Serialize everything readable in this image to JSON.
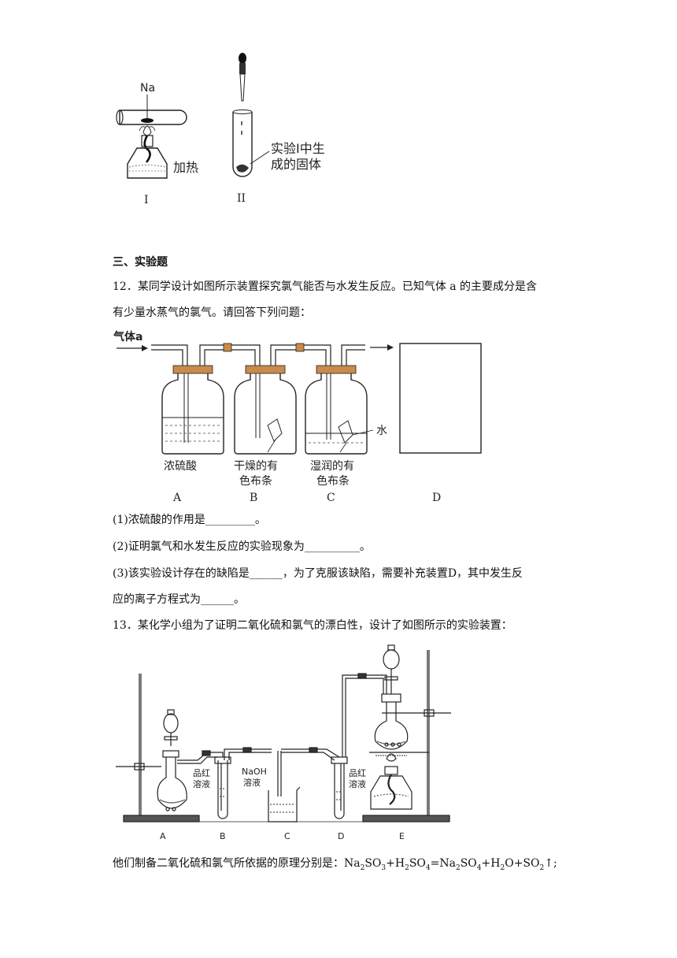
{
  "fig1": {
    "na_label": "Na",
    "heat_label": "加热",
    "solid_label_1": "实验I中生",
    "solid_label_2": "成的固体",
    "label_I": "I",
    "label_II": "II"
  },
  "section_title": "三、实验题",
  "q12": {
    "line1": "12．某同学设计如图所示装置探究氯气能否与水发生反应。已知气体 a 的主要成分是含",
    "line2": "有少量水蒸气的氯气。请回答下列问题：",
    "gas_label": "气体a",
    "bottle_A_label": "浓硫酸",
    "bottle_B_label_1": "干燥的有",
    "bottle_B_label_2": "色布条",
    "bottle_C_label_1": "湿润的有",
    "bottle_C_label_2": "色布条",
    "water_label": "水",
    "letter_A": "A",
    "letter_B": "B",
    "letter_C": "C",
    "letter_D": "D",
    "sub1": "(1)浓硫酸的作用是_________。",
    "sub2": "(2)证明氯气和水发生反应的实验现象为__________。",
    "sub3_line1": "(3)该实验设计存在的缺陷是______，为了克服该缺陷，需要补充装置D，其中发生反",
    "sub3_line2": "应的离子方程式为______。"
  },
  "q13": {
    "line1": "13．某化学小组为了证明二氧化硫和氯气的漂白性，设计了如图所示的实验装置：",
    "pinhong_1": "品红",
    "pinhong_2": "溶液",
    "naoh_1": "NaOH",
    "naoh_2": "溶液",
    "pinhong2_1": "品红",
    "pinhong2_2": "溶液",
    "letter_A": "A",
    "letter_B": "B",
    "letter_C": "C",
    "letter_D": "D",
    "letter_E": "E",
    "principle_prefix": "他们制备二氧化硫和氯气所依据的原理分别是：",
    "eq": {
      "p1": "Na",
      "s1": "2",
      "p2": "SO",
      "s2": "3",
      "p3": "+H",
      "s3": "2",
      "p4": "SO",
      "s4": "4",
      "p5": "=Na",
      "s5": "2",
      "p6": "SO",
      "s6": "4",
      "p7": "+H",
      "s7": "2",
      "p8": "O+SO",
      "s8": "2",
      "p9": "↑;"
    }
  }
}
